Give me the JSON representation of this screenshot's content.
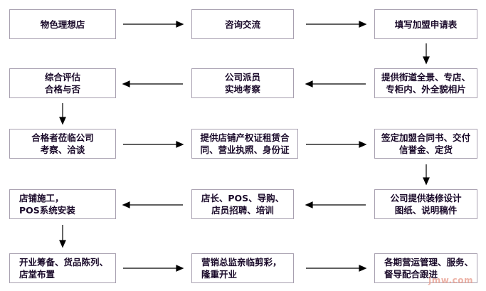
{
  "steps": [
    {
      "text": "物色理想店"
    },
    {
      "text": "咨询交流"
    },
    {
      "text": "填写加盟申请表"
    },
    {
      "text": "提供街道全景、专店、\n专柜内、外全貌相片"
    },
    {
      "text": "公司派员\n实地考察"
    },
    {
      "text": "综合评估\n合格与否"
    },
    {
      "text": "合格者莅临公司\n考察、洽谈"
    },
    {
      "text": "提供店铺产权证租赁合\n同、营业执照、身份证"
    },
    {
      "text": "签定加盟合同书、交付\n信誉金、定货"
    },
    {
      "text": "公司提供装修设计\n图纸、说明稿件"
    },
    {
      "text": "店长、POS、导购、\n店员招聘、培训"
    },
    {
      "text": "店铺施工，\nPOS系统安装"
    },
    {
      "text": "开业筹备、货品陈列、\n店堂布置"
    },
    {
      "text": "营销总监亲临剪彩，\n隆重开业"
    },
    {
      "text": "各期营运管理、服务、\n督导配合跟进"
    }
  ],
  "watermark": "jmw.com"
}
